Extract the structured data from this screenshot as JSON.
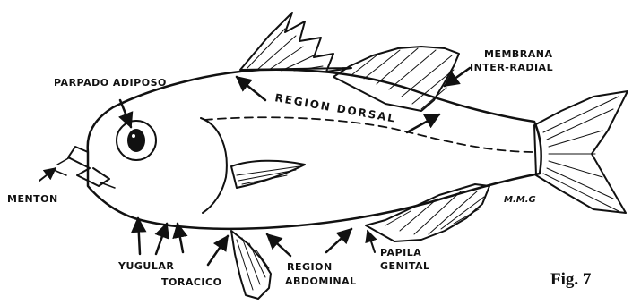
{
  "labels": {
    "parpado_adiposo": "PARPADO ADIPOSO",
    "membrana_line1": "MEMBRANA",
    "membrana_line2": "INTER-RADIAL",
    "region_dorsal": "REGION DORSAL",
    "menton": "MENTON",
    "yugular": "YUGULAR",
    "toracico": "TORACICO",
    "region_abdominal_line1": "REGION",
    "region_abdominal_line2": "ABDOMINAL",
    "papila_line1": "PAPILA",
    "papila_line2": "GENITAL"
  },
  "signature": "M.M.G",
  "figure_caption": "Fig. 7"
}
